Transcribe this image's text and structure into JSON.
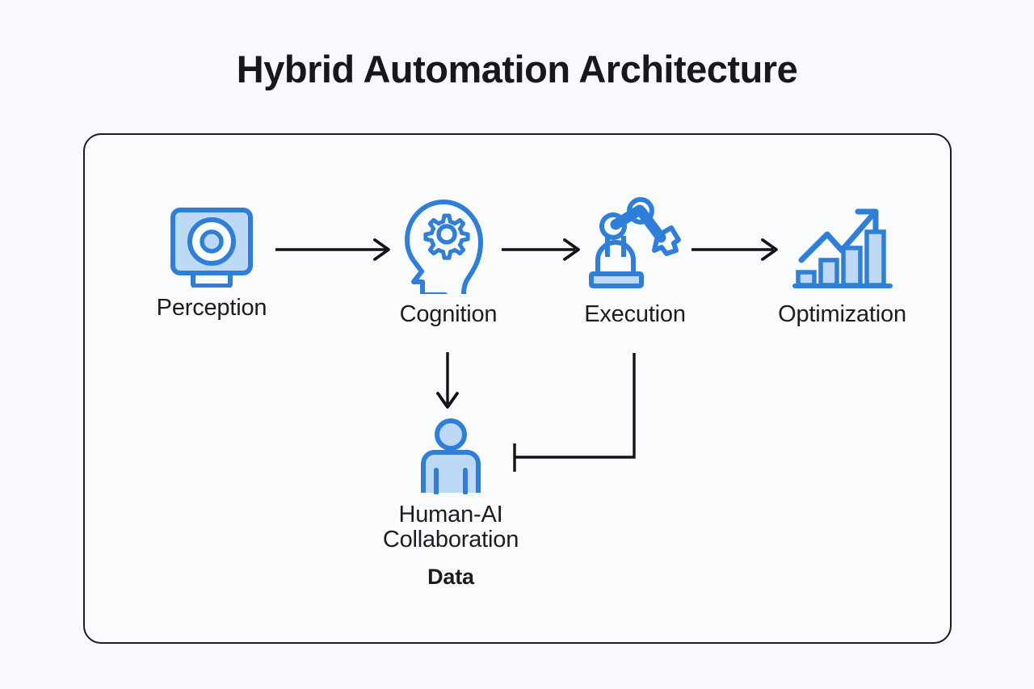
{
  "page": {
    "title": "Hybrid Automation Architecture",
    "background_color": "#f7f9fd",
    "card_background": "#fafbfd",
    "card_border_color": "#1b1d21",
    "text_color": "#1b1d21",
    "accent_stroke": "#2f7fd8",
    "accent_fill": "#bdd9f5",
    "connector_color": "#111318"
  },
  "nodes": [
    {
      "id": "perception",
      "label": "Perception",
      "icon": "camera-monitor-icon"
    },
    {
      "id": "cognition",
      "label": "Cognition",
      "icon": "head-gear-icon"
    },
    {
      "id": "execution",
      "label": "Execution",
      "icon": "robot-arm-icon"
    },
    {
      "id": "optimization",
      "label": "Optimization",
      "icon": "growth-bar-chart-icon"
    },
    {
      "id": "human",
      "label": "Human-AI Collaboration",
      "sublabel": "Data",
      "icon": "person-icon"
    }
  ],
  "connectors": [
    {
      "id": "perception-to-cognition",
      "from": "perception",
      "to": "cognition",
      "style": "arrow",
      "direction": "right"
    },
    {
      "id": "cognition-to-execution",
      "from": "cognition",
      "to": "execution",
      "style": "arrow",
      "direction": "right"
    },
    {
      "id": "execution-to-optimization",
      "from": "execution",
      "to": "optimization",
      "style": "arrow",
      "direction": "right"
    },
    {
      "id": "cognition-to-human",
      "from": "cognition",
      "to": "human",
      "style": "arrow",
      "direction": "down"
    },
    {
      "id": "execution-feedback-to-human",
      "from": "execution",
      "to": "human",
      "style": "blunt-terminator",
      "direction": "left"
    }
  ]
}
